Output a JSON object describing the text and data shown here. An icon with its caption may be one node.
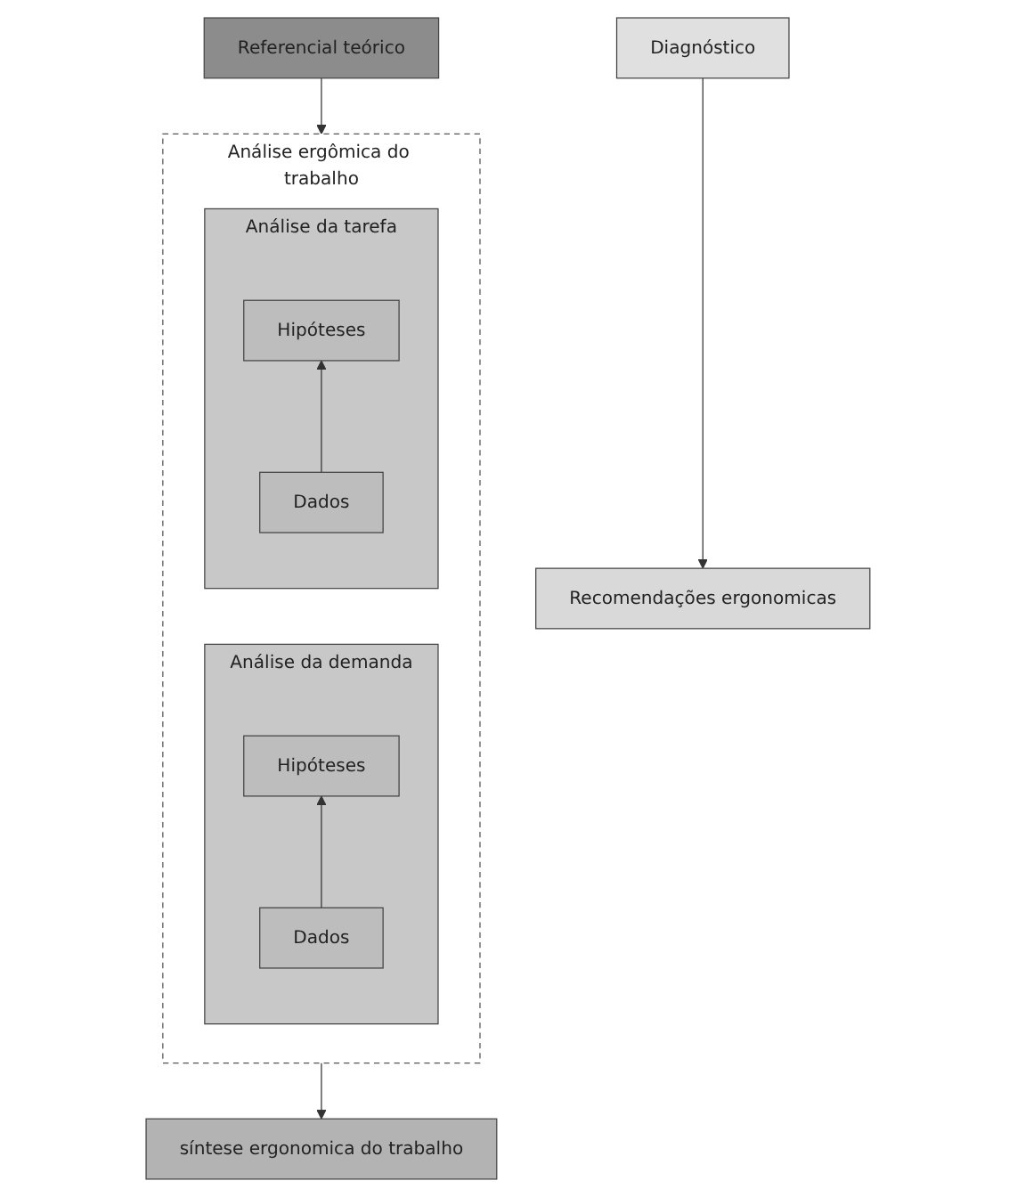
{
  "diagram": {
    "nodes": [
      {
        "text": [
          "Referencial teórico"
        ]
      },
      {
        "text": [
          "Análise ergômica do trabalho"
        ]
      },
      {
        "text": [
          "Análise da demanda"
        ],
        "in": 1
      },
      {
        "text": [
          "Hipóteses"
        ],
        "in": 2
      },
      {
        "text": [
          "Dados"
        ],
        "in": 2
      },
      {
        "text": [
          "Análise da tarefa"
        ],
        "in": 1
      },
      {
        "text": [
          "Hipóteses"
        ],
        "in": 5
      },
      {
        "text": [
          "Dados"
        ],
        "in": 5
      },
      {
        "text": [
          "síntese ergonomica do trabalho"
        ]
      },
      {
        "text": [
          "Diagnóstico"
        ]
      },
      {
        "text": [
          "Recomendações ergonomicas"
        ]
      }
    ],
    "edges": [
      {
        "from": 0,
        "to": 1,
        "arrow": "to"
      },
      {
        "from": 4,
        "to": 3,
        "arrow": "to"
      },
      {
        "from": 7,
        "to": 6,
        "arrow": "to"
      },
      {
        "from": 1,
        "to": 8,
        "arrow": "to"
      },
      {
        "from": 9,
        "to": 10,
        "arrow": "to"
      }
    ]
  }
}
